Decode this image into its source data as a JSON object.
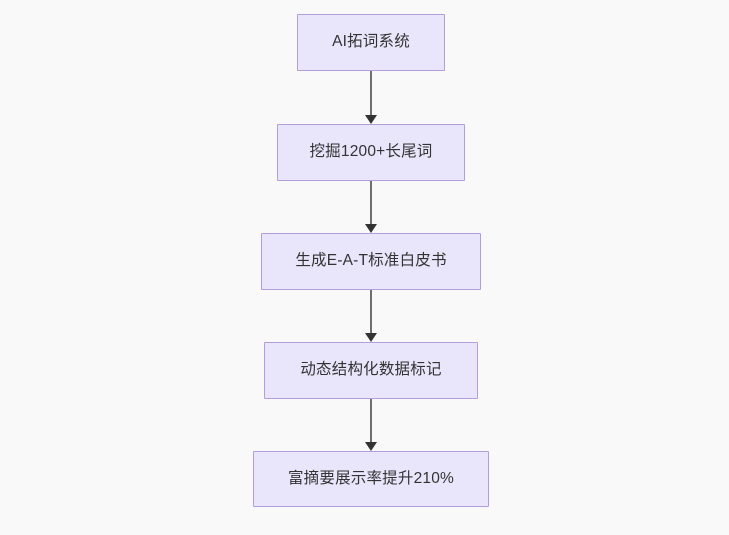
{
  "diagram": {
    "type": "flowchart",
    "direction": "top-to-bottom",
    "background_color": "#f9f9f9",
    "node_fill_color": "#e9e5fa",
    "node_border_color": "#b39ddb",
    "node_text_color": "#333333",
    "connector_line_color": "#6e6e6e",
    "connector_arrow_color": "#333333",
    "nodes": [
      {
        "id": "n1",
        "label": "AI拓词系统"
      },
      {
        "id": "n2",
        "label": "挖掘1200+长尾词"
      },
      {
        "id": "n3",
        "label": "生成E-A-T标准白皮书"
      },
      {
        "id": "n4",
        "label": "动态结构化数据标记"
      },
      {
        "id": "n5",
        "label": "富摘要展示率提升210%"
      }
    ],
    "edges": [
      {
        "from": "n1",
        "to": "n2",
        "label": ""
      },
      {
        "from": "n2",
        "to": "n3",
        "label": ""
      },
      {
        "from": "n3",
        "to": "n4",
        "label": ""
      },
      {
        "from": "n4",
        "to": "n5",
        "label": ""
      }
    ]
  }
}
